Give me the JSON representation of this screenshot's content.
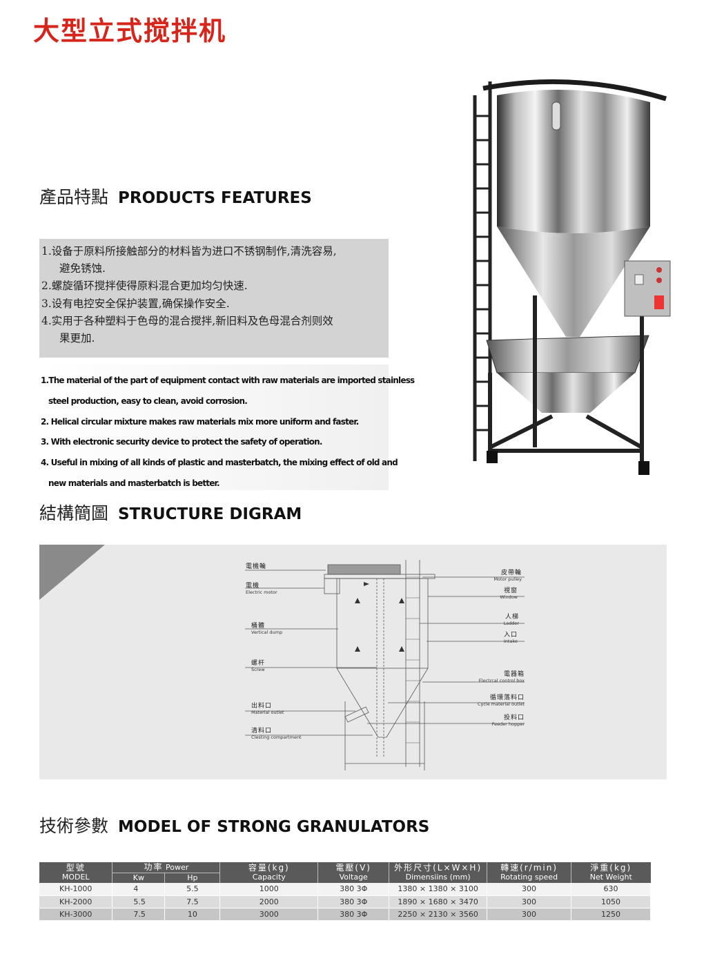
{
  "title": "大型立式搅拌机",
  "features": {
    "heading_cn": "產品特點",
    "heading_en": "PRODUCTS FEATURES",
    "cn_lines": [
      "1.设备于原料所接触部分的材料皆为进口不锈钢制作,清洗容易,",
      "避免锈蚀.",
      "2.螺旋循环搅拌使得原料混合更加均匀快速.",
      "3.设有电控安全保护装置,确保操作安全.",
      "4.实用于各种塑料于色母的混合搅拌,新旧料及色母混合剂则效",
      "果更加."
    ],
    "en_lines": [
      "1.The material of the part of equipment contact with raw materials are imported stainless",
      "steel production, easy to clean, avoid corrosion.",
      "2. Helical circular mixture makes raw materials mix more uniform and faster.",
      "3. With electronic security device to protect the safety of operation.",
      "4. Useful in mixing of all kinds of plastic and masterbatch, the mixing effect of old and",
      "new materials and masterbatch is better."
    ]
  },
  "structure": {
    "heading_cn": "結構簡圖",
    "heading_en": "STRUCTURE DIGRAM",
    "left_labels": [
      {
        "cn": "電機輪",
        "en": ""
      },
      {
        "cn": "電機",
        "en": "Electric motor"
      },
      {
        "cn": "桶體",
        "en": "Vertical dump"
      },
      {
        "cn": "螺杆",
        "en": "Screw"
      },
      {
        "cn": "出料口",
        "en": "Material outlet"
      },
      {
        "cn": "清料口",
        "en": "Clesting compartment"
      }
    ],
    "right_labels": [
      {
        "cn": "皮帶輪",
        "en": "Motor pulley"
      },
      {
        "cn": "視窗",
        "en": "Window"
      },
      {
        "cn": "人梯",
        "en": "Ladder"
      },
      {
        "cn": "入口",
        "en": "Intake"
      },
      {
        "cn": "電器箱",
        "en": "Electrcal control box"
      },
      {
        "cn": "循環落料口",
        "en": "Cycle material outlet"
      },
      {
        "cn": "投料口",
        "en": "Feeder hopper"
      }
    ]
  },
  "specs": {
    "heading_cn": "技術參數",
    "heading_en": "MODEL OF STRONG GRANULATORS",
    "headers": {
      "model_cn": "型號",
      "model_en": "MODEL",
      "power_cn": "功率",
      "power_en": "Power",
      "kw": "Kw",
      "hp": "Hp",
      "capacity_cn": "容量(kg)",
      "capacity_en": "Capacity",
      "voltage_cn": "電壓(V)",
      "voltage_en": "Voltage",
      "dim_cn": "外形尺寸(L×W×H)",
      "dim_en": "Dimensiins (mm)",
      "speed_cn": "轉速(r/min)",
      "speed_en": "Rotating speed",
      "weight_cn": "淨重(kg)",
      "weight_en": "Net Weight"
    },
    "rows": [
      {
        "model": "KH-1000",
        "kw": "4",
        "hp": "5.5",
        "capacity": "1000",
        "voltage": "380 3Φ",
        "dim": "1380 × 1380 × 3100",
        "speed": "300",
        "weight": "630"
      },
      {
        "model": "KH-2000",
        "kw": "5.5",
        "hp": "7.5",
        "capacity": "2000",
        "voltage": "380 3Φ",
        "dim": "1890 × 1680 × 3470",
        "speed": "300",
        "weight": "1050"
      },
      {
        "model": "KH-3000",
        "kw": "7.5",
        "hp": "10",
        "capacity": "3000",
        "voltage": "380 3Φ",
        "dim": "2250 × 2130 × 3560",
        "speed": "300",
        "weight": "1250"
      }
    ]
  },
  "colors": {
    "title_red": "#d6261c",
    "grey_box": "#d3d3d3",
    "table_header": "#5a5a5a"
  }
}
